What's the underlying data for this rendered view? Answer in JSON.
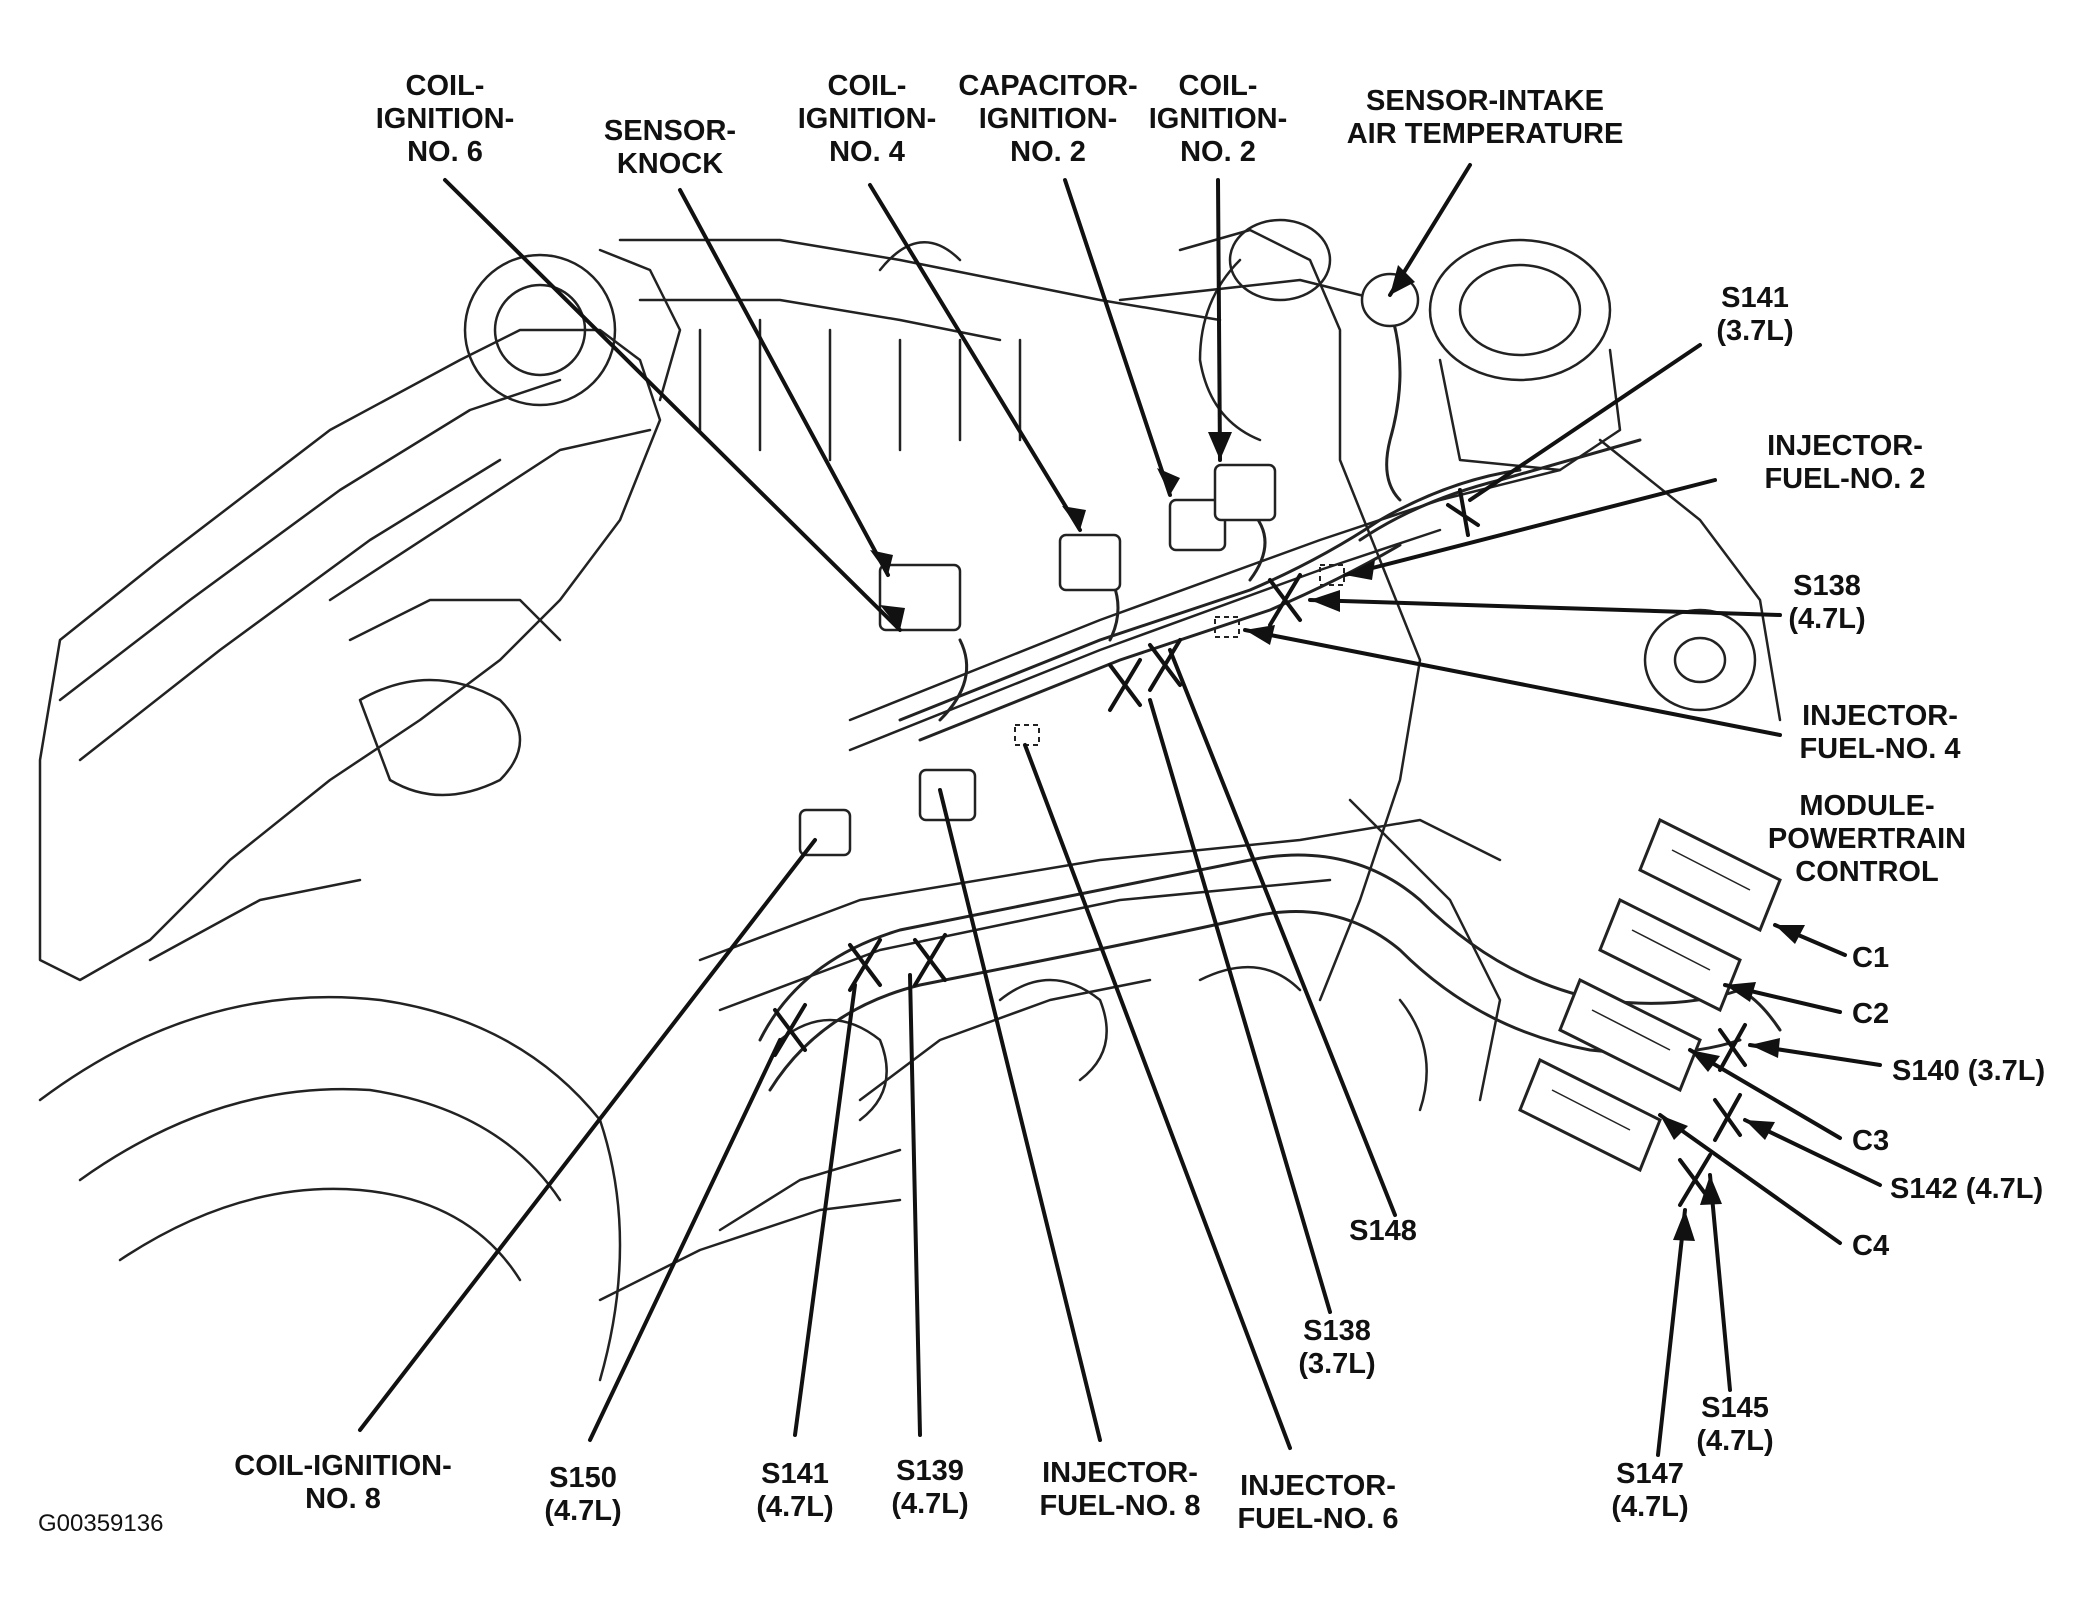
{
  "figure_code": "G00359136",
  "labels": {
    "coil_ign_6": [
      "COIL-",
      "IGNITION-",
      "NO. 6"
    ],
    "sensor_knock": [
      "SENSOR-",
      "KNOCK"
    ],
    "coil_ign_4": [
      "COIL-",
      "IGNITION-",
      "NO. 4"
    ],
    "capacitor_ign_2": [
      "CAPACITOR-",
      "IGNITION-",
      "NO. 2"
    ],
    "coil_ign_2": [
      "COIL-",
      "IGNITION-",
      "NO. 2"
    ],
    "sensor_iat": [
      "SENSOR-INTAKE",
      "AIR TEMPERATURE"
    ],
    "s141_37": [
      "S141",
      "(3.7L)"
    ],
    "injector_2": [
      "INJECTOR-",
      "FUEL-NO. 2"
    ],
    "s138_47": [
      "S138",
      "(4.7L)"
    ],
    "injector_4": [
      "INJECTOR-",
      "FUEL-NO. 4"
    ],
    "pcm": [
      "MODULE-",
      "POWERTRAIN",
      "CONTROL"
    ],
    "c1": [
      "C1"
    ],
    "c2": [
      "C2"
    ],
    "s140_37": [
      "S140 (3.7L)"
    ],
    "c3": [
      "C3"
    ],
    "s142_47": [
      "S142 (4.7L)"
    ],
    "c4": [
      "C4"
    ],
    "s148": [
      "S148"
    ],
    "s138_37": [
      "S138",
      "(3.7L)"
    ],
    "s145_47": [
      "S145",
      "(4.7L)"
    ],
    "s147_47": [
      "S147",
      "(4.7L)"
    ],
    "injector_6": [
      "INJECTOR-",
      "FUEL-NO. 6"
    ],
    "injector_8": [
      "INJECTOR-",
      "FUEL-NO. 8"
    ],
    "s139_47": [
      "S139",
      "(4.7L)"
    ],
    "s141_47": [
      "S141",
      "(4.7L)"
    ],
    "s150_47": [
      "S150",
      "(4.7L)"
    ],
    "coil_ign_8": [
      "COIL-IGNITION-",
      "NO. 8"
    ]
  }
}
